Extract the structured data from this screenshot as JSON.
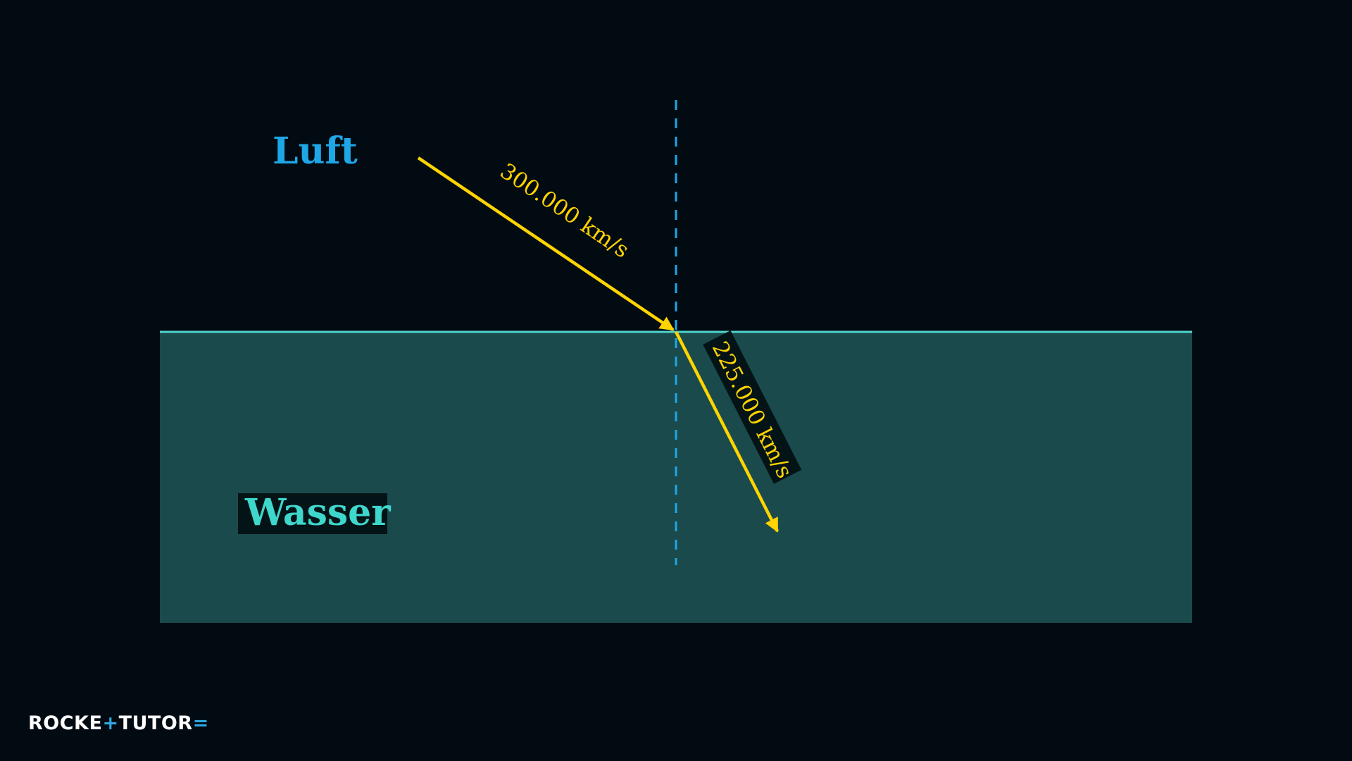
{
  "media": {
    "upper": {
      "label": "Luft",
      "color": "#1ea7e6"
    },
    "lower": {
      "label": "Wasser",
      "color": "#3fd6cc",
      "fill": "#1a4a4c",
      "label_box": "#041416"
    }
  },
  "interface_line_color": "#4fd4cc",
  "normal_line_color": "#1ea7e6",
  "rays": {
    "color": "#ffd400",
    "incident": {
      "speed_label": "300.000 km/s"
    },
    "refracted": {
      "speed_label": "225.000 km/s",
      "label_box": "#041416"
    }
  },
  "logo": {
    "part1": "ROCKE",
    "part2": "+",
    "part3": "TUTO",
    "part4": "R",
    "part5": "=",
    "text_color": "#ffffff",
    "accent_color": "#2ea8e0"
  }
}
